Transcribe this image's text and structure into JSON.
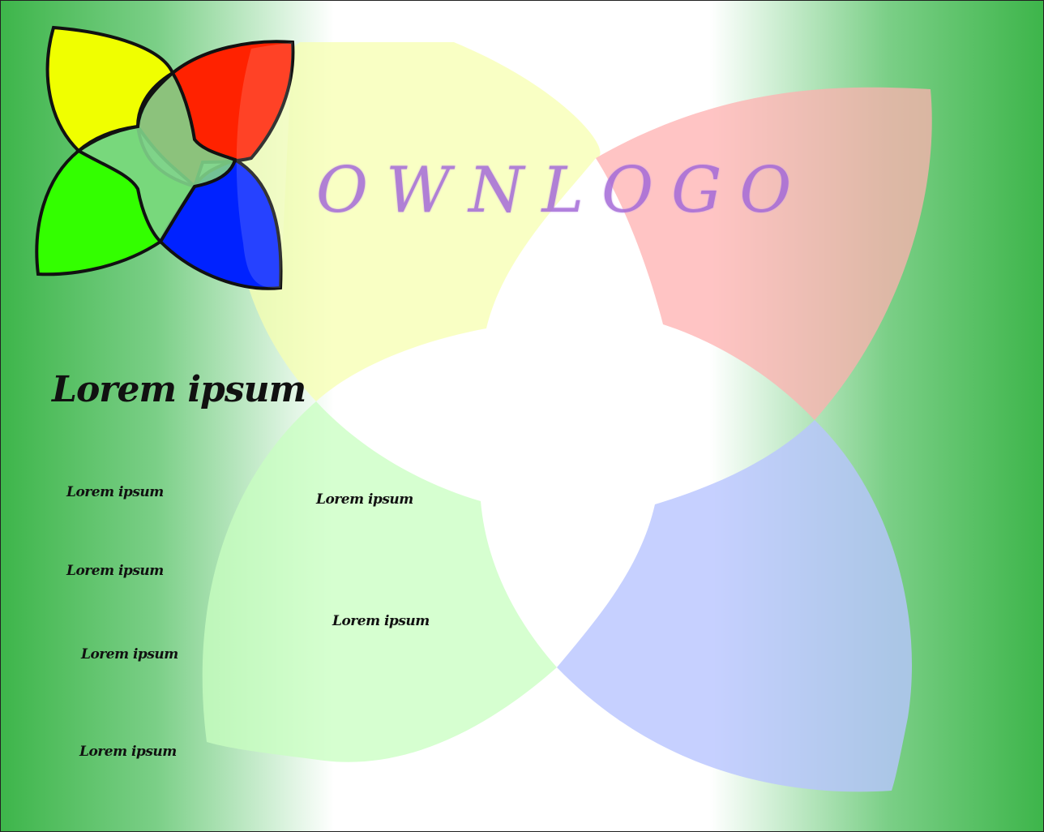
{
  "logo_text": "OWNLOGO",
  "heading": "Lorem ipsum",
  "left_links": [
    "Lorem ipsum",
    "Lorem ipsum",
    "Lorem ipsum",
    "Lorem ipsum"
  ],
  "center_links": [
    "Lorem ipsum",
    "Lorem ipsum"
  ],
  "colors": {
    "background_green": "#3db54a",
    "petal_yellow": "#f0ff00",
    "petal_red": "#ff2200",
    "petal_green": "#33ff00",
    "petal_blue": "#0022ff",
    "big_yellow": "#f7ffb0",
    "big_red": "#ffb8b8",
    "big_green": "#c8ffc0",
    "big_blue": "#c0ccff",
    "logo_text": "#a46ad8"
  }
}
